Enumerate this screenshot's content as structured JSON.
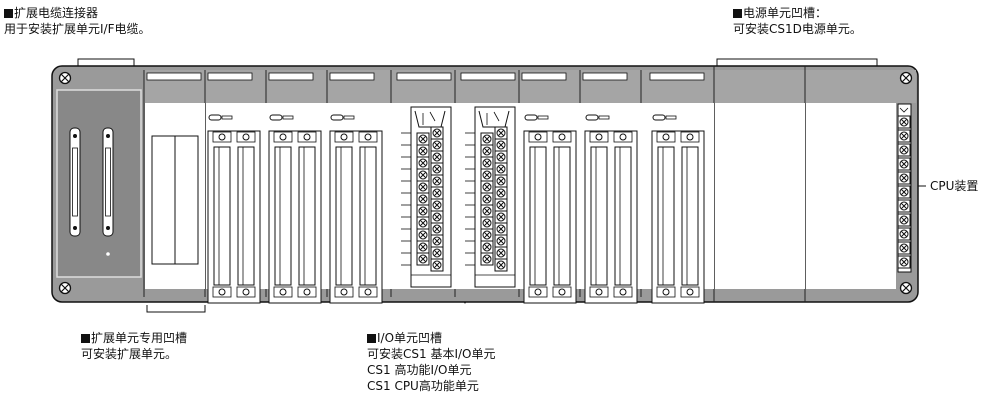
{
  "callouts": {
    "expansion_cable_connector": {
      "title": "扩展电缆连接器",
      "desc": "用于安装扩展单元I/F电缆。"
    },
    "power_supply_slot": {
      "title": "电源单元凹槽：",
      "desc": "可安装CS1D电源单元。"
    },
    "cpu_device": {
      "title": "CPU装置"
    },
    "expansion_unit_slot": {
      "title": "扩展单元专用凹槽",
      "desc": "可安装扩展单元。"
    },
    "io_unit_slot": {
      "title": "I/O单元凹槽",
      "line1": "可安装CS1 基本I/O单元",
      "line2": "CS1 高功能I/O单元",
      "line3": "CS1 CPU高功能单元"
    }
  }
}
